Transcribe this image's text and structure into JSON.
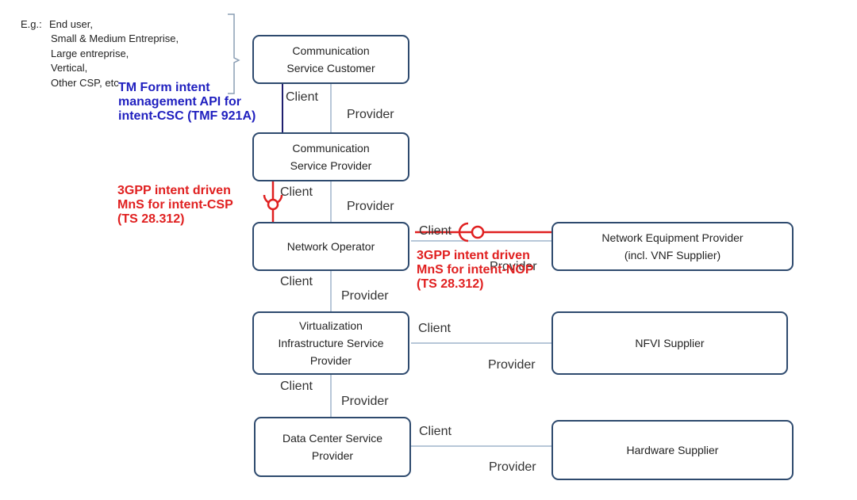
{
  "examples": {
    "prefix": "E.g.:",
    "lines": [
      "End user,",
      "Small & Medium Entreprise,",
      "Large entreprise,",
      "Vertical,",
      "Other CSP, etc"
    ]
  },
  "boxes": {
    "csc": [
      "Communication",
      "Service Customer"
    ],
    "csp": [
      "Communication",
      "Service Provider"
    ],
    "nop": [
      "Network Operator"
    ],
    "nep": [
      "Network Equipment  Provider",
      "(incl. VNF Supplier)"
    ],
    "visp": [
      "Virtualization",
      "Infrastructure Service",
      "Provider"
    ],
    "nfvi": [
      "NFVI Supplier"
    ],
    "dcsp": [
      "Data Center Service",
      "Provider"
    ],
    "hw": [
      "Hardware Supplier"
    ]
  },
  "roles": {
    "client": "Client",
    "provider": "Provider"
  },
  "annotations": {
    "tmf": [
      "TM Form intent",
      "management API for",
      "intent-CSC (TMF 921A)"
    ],
    "csp_mns": [
      "3GPP intent driven",
      "MnS for intent-CSP",
      "(TS 28.312)"
    ],
    "nop_mns": [
      "3GPP intent driven",
      "MnS for intent-NOP",
      "(TS 28.312)"
    ]
  },
  "colors": {
    "box_border": "#2e4a6e",
    "connector": "#b7c7d8",
    "tmf_text": "#1f1fbf",
    "mns_text": "#e02020"
  }
}
